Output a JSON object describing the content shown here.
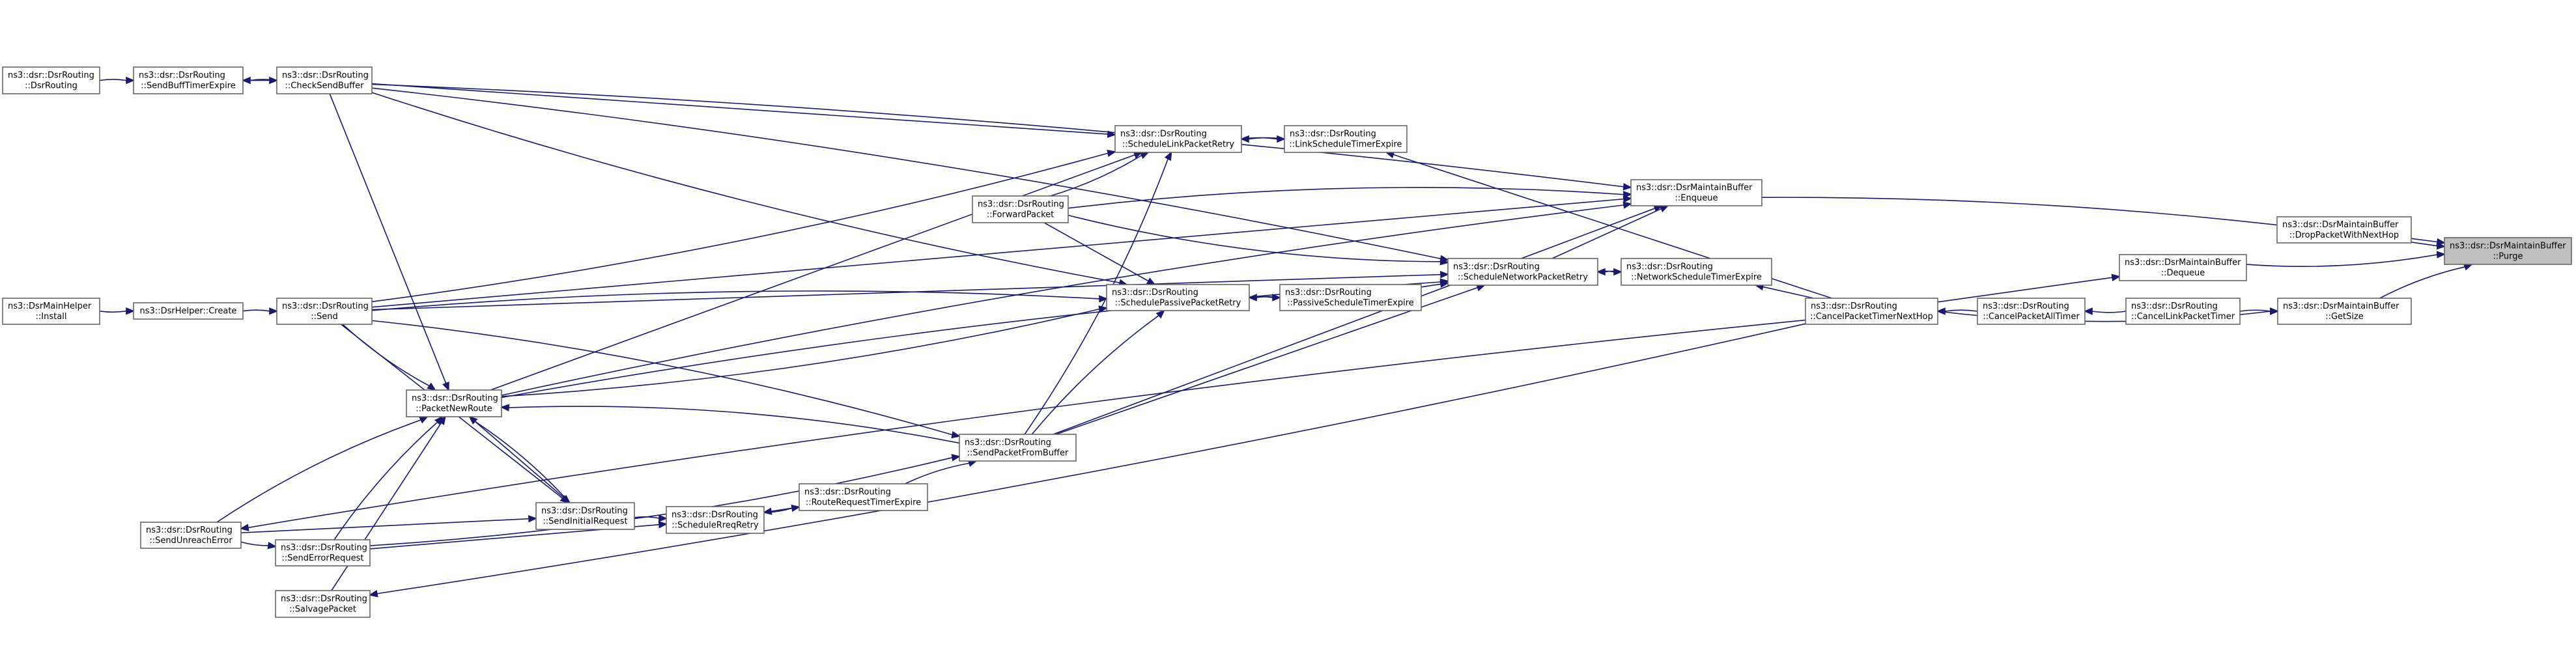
{
  "graph": {
    "title": "",
    "colors": {
      "edge": "#191970",
      "node_border": "#666666",
      "highlight_fill": "#bfbfbf",
      "background": "#ffffff"
    },
    "nodes": [
      {
        "id": "dsrrouting_ctor",
        "lines": [
          "ns3::dsr::DsrRouting",
          "::DsrRouting"
        ]
      },
      {
        "id": "sendbufftimerexpire",
        "lines": [
          "ns3::dsr::DsrRouting",
          "::SendBuffTimerExpire"
        ]
      },
      {
        "id": "checksendbuffer",
        "lines": [
          "ns3::dsr::DsrRouting",
          "::CheckSendBuffer"
        ]
      },
      {
        "id": "schedulelinkpacketretry",
        "lines": [
          "ns3::dsr::DsrRouting",
          "::ScheduleLinkPacketRetry"
        ]
      },
      {
        "id": "linkscheduletimerexpire",
        "lines": [
          "ns3::dsr::DsrRouting",
          "::LinkScheduleTimerExpire"
        ]
      },
      {
        "id": "forwardpacket",
        "lines": [
          "ns3::dsr::DsrRouting",
          "::ForwardPacket"
        ]
      },
      {
        "id": "enqueue",
        "lines": [
          "ns3::dsr::DsrMaintainBuffer",
          "::Enqueue"
        ]
      },
      {
        "id": "droppacketwithnexthop",
        "lines": [
          "ns3::dsr::DsrMaintainBuffer",
          "::DropPacketWithNextHop"
        ]
      },
      {
        "id": "purge",
        "lines": [
          "ns3::dsr::DsrMaintainBuffer",
          "::Purge"
        ],
        "highlight": true
      },
      {
        "id": "dequeue",
        "lines": [
          "ns3::dsr::DsrMaintainBuffer",
          "::Dequeue"
        ]
      },
      {
        "id": "schedulenetworkpacketretry",
        "lines": [
          "ns3::dsr::DsrRouting",
          "::ScheduleNetworkPacketRetry"
        ]
      },
      {
        "id": "networkscheduletimerexpire",
        "lines": [
          "ns3::dsr::DsrRouting",
          "::NetworkScheduleTimerExpire"
        ]
      },
      {
        "id": "mainhelper_install",
        "lines": [
          "ns3::DsrMainHelper",
          "::Install"
        ]
      },
      {
        "id": "helper_create",
        "lines": [
          "ns3::DsrHelper::Create"
        ]
      },
      {
        "id": "send",
        "lines": [
          "ns3::dsr::DsrRouting",
          "::Send"
        ]
      },
      {
        "id": "schedulepassivepacketretry",
        "lines": [
          "ns3::dsr::DsrRouting",
          "::SchedulePassivePacketRetry"
        ]
      },
      {
        "id": "passivescheduletimerexpire",
        "lines": [
          "ns3::dsr::DsrRouting",
          "::PassiveScheduleTimerExpire"
        ]
      },
      {
        "id": "cancelpackettimernexthop",
        "lines": [
          "ns3::dsr::DsrRouting",
          "::CancelPacketTimerNextHop"
        ]
      },
      {
        "id": "cancelpacketalltimer",
        "lines": [
          "ns3::dsr::DsrRouting",
          "::CancelPacketAllTimer"
        ]
      },
      {
        "id": "cancellinkpackettimer",
        "lines": [
          "ns3::dsr::DsrRouting",
          "::CancelLinkPacketTimer"
        ]
      },
      {
        "id": "getsize",
        "lines": [
          "ns3::dsr::DsrMaintainBuffer",
          "::GetSize"
        ]
      },
      {
        "id": "packetnewroute",
        "lines": [
          "ns3::dsr::DsrRouting",
          "::PacketNewRoute"
        ]
      },
      {
        "id": "sendpacketfrombuffer",
        "lines": [
          "ns3::dsr::DsrRouting",
          "::SendPacketFromBuffer"
        ]
      },
      {
        "id": "sendunreacherror",
        "lines": [
          "ns3::dsr::DsrRouting",
          "::SendUnreachError"
        ]
      },
      {
        "id": "senderrorrequest",
        "lines": [
          "ns3::dsr::DsrRouting",
          "::SendErrorRequest"
        ]
      },
      {
        "id": "sendinitialrequest",
        "lines": [
          "ns3::dsr::DsrRouting",
          "::SendInitialRequest"
        ]
      },
      {
        "id": "schedulerreqretry",
        "lines": [
          "ns3::dsr::DsrRouting",
          "::ScheduleRreqRetry"
        ]
      },
      {
        "id": "routerequesttimerexpire",
        "lines": [
          "ns3::dsr::DsrRouting",
          "::RouteRequestTimerExpire"
        ]
      },
      {
        "id": "salvagepacket",
        "lines": [
          "ns3::dsr::DsrRouting",
          "::SalvagePacket"
        ]
      }
    ],
    "edges": [
      [
        "dsrrouting_ctor",
        "sendbufftimerexpire"
      ],
      [
        "sendbufftimerexpire",
        "checksendbuffer"
      ],
      [
        "checksendbuffer",
        "sendbufftimerexpire"
      ],
      [
        "checksendbuffer",
        "enqueue"
      ],
      [
        "checksendbuffer",
        "schedulelinkpacketretry"
      ],
      [
        "checksendbuffer",
        "schedulepassivepacketretry"
      ],
      [
        "checksendbuffer",
        "schedulenetworkpacketretry"
      ],
      [
        "checksendbuffer",
        "packetnewroute"
      ],
      [
        "linkscheduletimerexpire",
        "schedulelinkpacketretry"
      ],
      [
        "schedulelinkpacketretry",
        "linkscheduletimerexpire"
      ],
      [
        "cancelpackettimernexthop",
        "linkscheduletimerexpire"
      ],
      [
        "forwardpacket",
        "schedulelinkpacketretry"
      ],
      [
        "forwardpacket",
        "enqueue"
      ],
      [
        "forwardpacket",
        "schedulepassivepacketretry"
      ],
      [
        "forwardpacket",
        "schedulenetworkpacketretry"
      ],
      [
        "enqueue",
        "purge"
      ],
      [
        "droppacketwithnexthop",
        "purge"
      ],
      [
        "dequeue",
        "purge"
      ],
      [
        "getsize",
        "purge"
      ],
      [
        "cancelpackettimernexthop",
        "dequeue"
      ],
      [
        "cancelpackettimernexthop",
        "getsize"
      ],
      [
        "cancellinkpackettimer",
        "getsize"
      ],
      [
        "schedulenetworkpacketretry",
        "enqueue"
      ],
      [
        "networkscheduletimerexpire",
        "schedulenetworkpacketretry"
      ],
      [
        "schedulenetworkpacketretry",
        "networkscheduletimerexpire"
      ],
      [
        "cancelpackettimernexthop",
        "networkscheduletimerexpire"
      ],
      [
        "mainhelper_install",
        "helper_create"
      ],
      [
        "helper_create",
        "send"
      ],
      [
        "send",
        "enqueue"
      ],
      [
        "send",
        "schedulelinkpacketretry"
      ],
      [
        "send",
        "schedulepassivepacketretry"
      ],
      [
        "send",
        "schedulenetworkpacketretry"
      ],
      [
        "send",
        "packetnewroute"
      ],
      [
        "send",
        "sendpacketfrombuffer"
      ],
      [
        "send",
        "sendinitialrequest"
      ],
      [
        "passivescheduletimerexpire",
        "schedulepassivepacketretry"
      ],
      [
        "schedulepassivepacketretry",
        "passivescheduletimerexpire"
      ],
      [
        "passivescheduletimerexpire",
        "schedulenetworkpacketretry"
      ],
      [
        "cancelpacketalltimer",
        "cancelpackettimernexthop"
      ],
      [
        "cancellinkpackettimer",
        "cancelpacketalltimer"
      ],
      [
        "sendpacketfrombuffer",
        "enqueue"
      ],
      [
        "sendpacketfrombuffer",
        "schedulelinkpacketretry"
      ],
      [
        "sendpacketfrombuffer",
        "schedulepassivepacketretry"
      ],
      [
        "sendpacketfrombuffer",
        "schedulenetworkpacketretry"
      ],
      [
        "sendpacketfrombuffer",
        "packetnewroute"
      ],
      [
        "packetnewroute",
        "enqueue"
      ],
      [
        "packetnewroute",
        "schedulelinkpacketretry"
      ],
      [
        "packetnewroute",
        "schedulepassivepacketretry"
      ],
      [
        "packetnewroute",
        "schedulenetworkpacketretry"
      ],
      [
        "packetnewroute",
        "sendinitialrequest"
      ],
      [
        "sendinitialrequest",
        "packetnewroute"
      ],
      [
        "sendunreacherror",
        "packetnewroute"
      ],
      [
        "sendunreacherror",
        "sendinitialrequest"
      ],
      [
        "sendunreacherror",
        "senderrorrequest"
      ],
      [
        "senderrorrequest",
        "packetnewroute"
      ],
      [
        "senderrorrequest",
        "schedulerreqretry"
      ],
      [
        "senderrorrequest",
        "sendpacketfrombuffer"
      ],
      [
        "sendinitialrequest",
        "schedulerreqretry"
      ],
      [
        "routerequesttimerexpire",
        "schedulerreqretry"
      ],
      [
        "schedulerreqretry",
        "routerequesttimerexpire"
      ],
      [
        "routerequesttimerexpire",
        "sendpacketfrombuffer"
      ],
      [
        "salvagepacket",
        "packetnewroute"
      ],
      [
        "cancelpackettimernexthop",
        "sendunreacherror"
      ],
      [
        "cancelpackettimernexthop",
        "salvagepacket"
      ]
    ]
  }
}
